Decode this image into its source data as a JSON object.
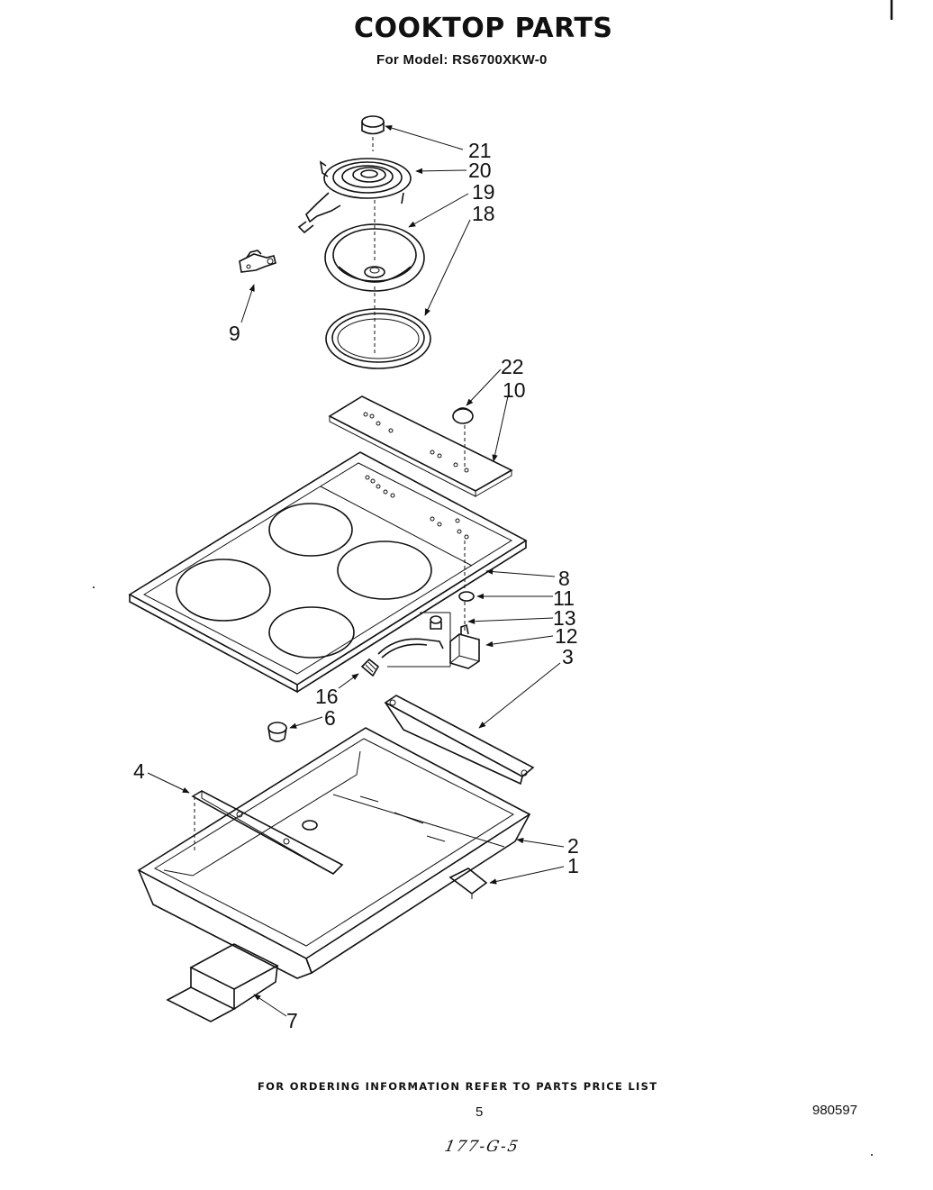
{
  "header": {
    "title": "COOKTOP PARTS",
    "subtitle": "For Model: RS6700XKW-0"
  },
  "callouts": [
    "21",
    "20",
    "19",
    "18",
    "9",
    "22",
    "10",
    "8",
    "11",
    "13",
    "12",
    "3",
    "16",
    "6",
    "4",
    "2",
    "1",
    "7"
  ],
  "footer": {
    "ordering_note": "FOR ORDERING INFORMATION REFER TO PARTS PRICE LIST",
    "page_number": "5",
    "document_number": "980597",
    "handwritten_note": "177-G-5"
  }
}
